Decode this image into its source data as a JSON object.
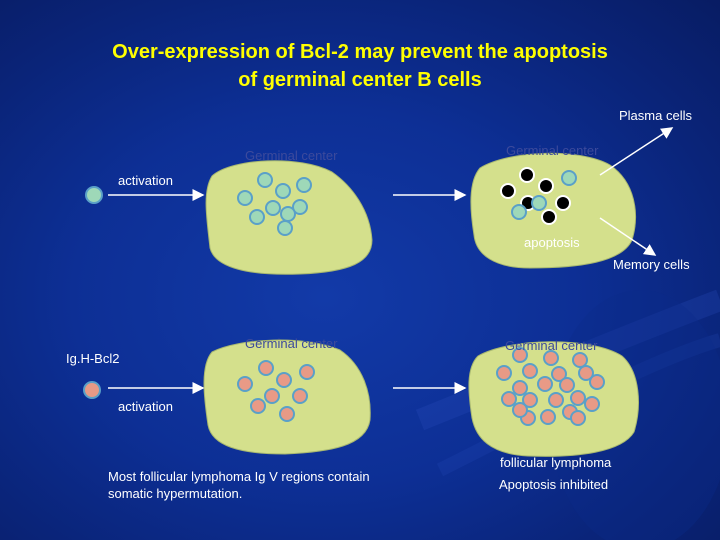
{
  "title": {
    "line1": "Over-expression of Bcl-2 may prevent the apoptosis",
    "line2": "of germinal center B cells"
  },
  "labels": {
    "plasma_cells": "Plasma cells",
    "memory_cells": "Memory cells",
    "apoptosis": "apoptosis",
    "germinal_center": "Germinal center",
    "activation": "activation",
    "igh_bcl2": "Ig.H-Bcl2",
    "follicular_lymphoma": "follicular lymphoma",
    "apoptosis_inhibited": "Apoptosis inhibited",
    "note": "Most follicular lymphoma Ig V regions contain somatic hypermutation."
  },
  "colors": {
    "title": "#ffff00",
    "germinal_center_fill": "#d4e08c",
    "normal_cell_nucleus": "#9ed8b8",
    "bcl2_cell_nucleus": "#e89a86",
    "apoptotic_cell": "#000000"
  }
}
